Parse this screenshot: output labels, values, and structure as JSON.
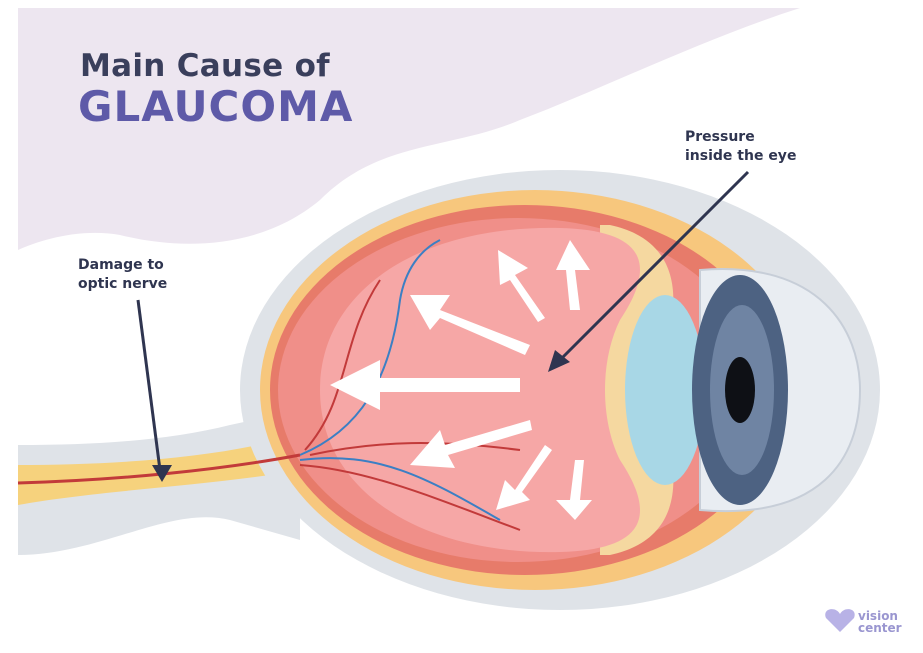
{
  "title": {
    "line1": "Main Cause of",
    "line2": "GLAUCOMA"
  },
  "labels": {
    "optic_nerve": [
      "Damage to",
      "optic nerve"
    ],
    "pressure": [
      "Pressure",
      "inside the eye"
    ]
  },
  "logo": {
    "line1": "vision",
    "line2": "center"
  },
  "colors": {
    "title_dark": "#3a3f5c",
    "title_accent": "#5e5aa8",
    "blob": "#ede6f0",
    "vitreous": "#f6a7a6",
    "sclera": "#f7c77d",
    "iris": "#4d6282",
    "arrows": "#ffffff"
  }
}
